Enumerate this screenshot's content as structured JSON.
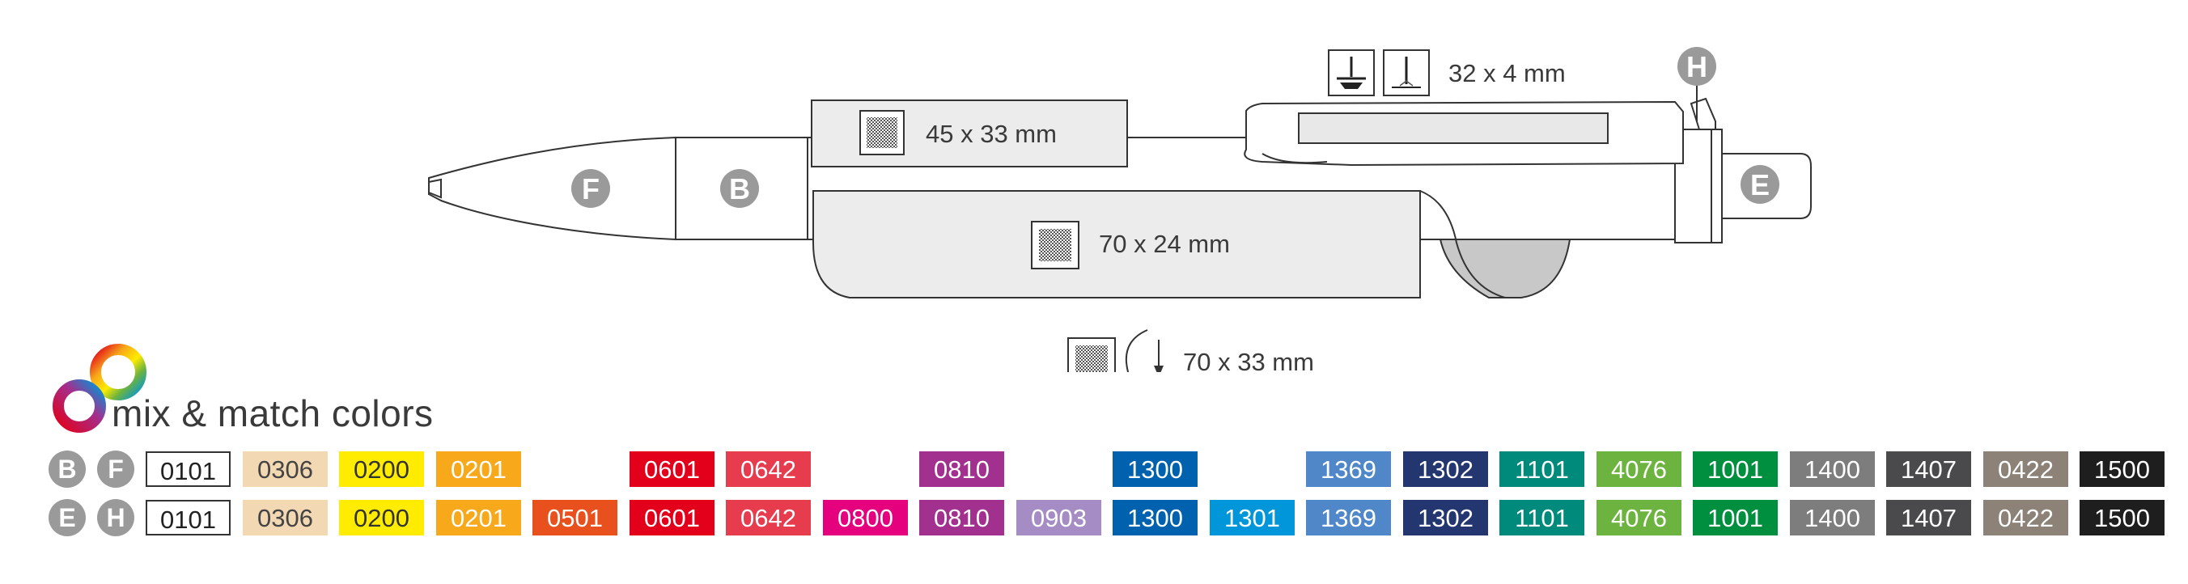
{
  "imprint_labels": {
    "clip": "32 x 4 mm",
    "barrel_top": "45 x 33 mm",
    "barrel_front": "70 x 24 mm",
    "wrap": "70 x 33 mm"
  },
  "part_letters": {
    "front": "F",
    "barrel": "B",
    "end": "E",
    "ring": "H"
  },
  "heading": "mix & match colors",
  "rows": [
    {
      "badges": [
        "B",
        "F"
      ],
      "swatches": [
        {
          "code": "0101",
          "color": "#ffffff",
          "text": "#222222",
          "border": true
        },
        {
          "code": "0306",
          "color": "#f2d9b3",
          "text": "#444444"
        },
        {
          "code": "0200",
          "color": "#ffec00",
          "text": "#333333"
        },
        {
          "code": "0201",
          "color": "#f7a81b",
          "text": "#ffffff"
        },
        null,
        {
          "code": "0601",
          "color": "#e2001a",
          "text": "#ffffff"
        },
        {
          "code": "0642",
          "color": "#e73c4e",
          "text": "#ffffff"
        },
        null,
        {
          "code": "0810",
          "color": "#a2308f",
          "text": "#ffffff"
        },
        null,
        {
          "code": "1300",
          "color": "#0062ae",
          "text": "#ffffff"
        },
        null,
        {
          "code": "1369",
          "color": "#4f87c8",
          "text": "#ffffff"
        },
        {
          "code": "1302",
          "color": "#233670",
          "text": "#ffffff"
        },
        {
          "code": "1101",
          "color": "#008a7b",
          "text": "#ffffff"
        },
        {
          "code": "4076",
          "color": "#6db33f",
          "text": "#ffffff"
        },
        {
          "code": "1001",
          "color": "#008f3e",
          "text": "#ffffff"
        },
        {
          "code": "1400",
          "color": "#7d7d7d",
          "text": "#ffffff"
        },
        {
          "code": "1407",
          "color": "#4a4a4d",
          "text": "#ffffff"
        },
        {
          "code": "0422",
          "color": "#8c8277",
          "text": "#ffffff"
        },
        {
          "code": "1500",
          "color": "#1e1e1e",
          "text": "#ffffff"
        }
      ]
    },
    {
      "badges": [
        "E",
        "H"
      ],
      "swatches": [
        {
          "code": "0101",
          "color": "#ffffff",
          "text": "#222222",
          "border": true
        },
        {
          "code": "0306",
          "color": "#f2d9b3",
          "text": "#444444"
        },
        {
          "code": "0200",
          "color": "#ffec00",
          "text": "#333333"
        },
        {
          "code": "0201",
          "color": "#f7a81b",
          "text": "#ffffff"
        },
        {
          "code": "0501",
          "color": "#e8511e",
          "text": "#ffffff"
        },
        {
          "code": "0601",
          "color": "#e2001a",
          "text": "#ffffff"
        },
        {
          "code": "0642",
          "color": "#e73c4e",
          "text": "#ffffff"
        },
        {
          "code": "0800",
          "color": "#e5007e",
          "text": "#ffffff"
        },
        {
          "code": "0810",
          "color": "#a2308f",
          "text": "#ffffff"
        },
        {
          "code": "0903",
          "color": "#a58cc4",
          "text": "#ffffff"
        },
        {
          "code": "1300",
          "color": "#0062ae",
          "text": "#ffffff"
        },
        {
          "code": "1301",
          "color": "#0096d9",
          "text": "#ffffff"
        },
        {
          "code": "1369",
          "color": "#4f87c8",
          "text": "#ffffff"
        },
        {
          "code": "1302",
          "color": "#233670",
          "text": "#ffffff"
        },
        {
          "code": "1101",
          "color": "#008a7b",
          "text": "#ffffff"
        },
        {
          "code": "4076",
          "color": "#6db33f",
          "text": "#ffffff"
        },
        {
          "code": "1001",
          "color": "#008f3e",
          "text": "#ffffff"
        },
        {
          "code": "1400",
          "color": "#7d7d7d",
          "text": "#ffffff"
        },
        {
          "code": "1407",
          "color": "#4a4a4d",
          "text": "#ffffff"
        },
        {
          "code": "0422",
          "color": "#8c8277",
          "text": "#ffffff"
        },
        {
          "code": "1500",
          "color": "#1e1e1e",
          "text": "#ffffff"
        }
      ]
    }
  ]
}
